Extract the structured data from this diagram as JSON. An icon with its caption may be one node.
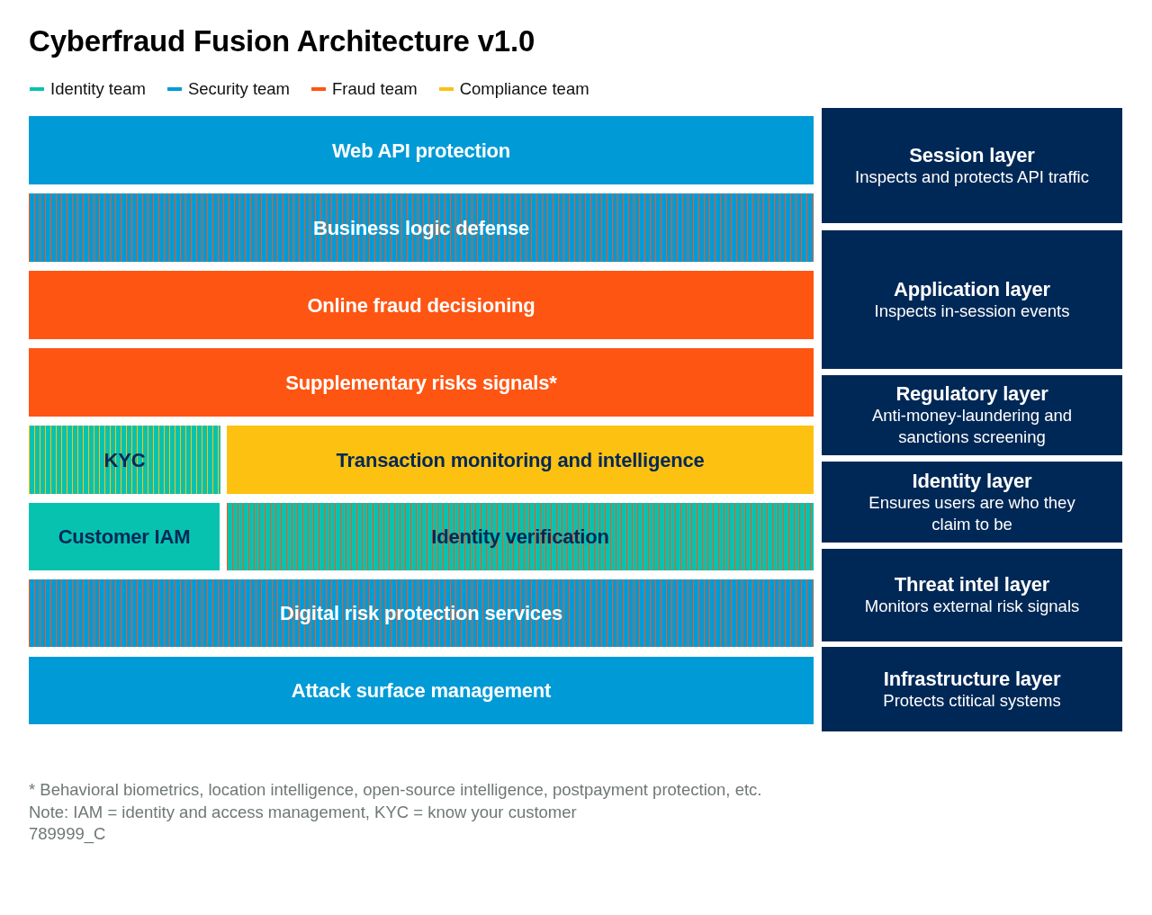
{
  "diagram": {
    "title": "Cyberfraud Fusion Architecture v1.0",
    "nodes": [
      {
        "text": [
          "Web API protection"
        ]
      },
      {
        "text": [
          "Business logic defense"
        ]
      },
      {
        "text": [
          "Online fraud decisioning"
        ]
      },
      {
        "text": [
          "Supplementary risks signals*"
        ]
      },
      {
        "text": [
          "KYC"
        ]
      },
      {
        "text": [
          "Transaction monitoring and intelligence"
        ]
      },
      {
        "text": [
          "Customer IAM"
        ]
      },
      {
        "text": [
          "Identity verification"
        ]
      },
      {
        "text": [
          "Digital risk protection services"
        ]
      },
      {
        "text": [
          "Attack surface management"
        ]
      },
      {
        "text": [
          "Session layer",
          "Inspects and protects API traffic"
        ]
      },
      {
        "text": [
          "Application layer",
          "Inspects in-session events"
        ]
      },
      {
        "text": [
          "Regulatory layer",
          "Anti-money-laundering and sanctions screening"
        ]
      },
      {
        "text": [
          "Identity layer",
          "Ensures users are who they claim to be"
        ]
      },
      {
        "text": [
          "Threat intel layer",
          "Monitors external risk signals"
        ]
      },
      {
        "text": [
          "Infrastructure layer",
          "Protects ctitical systems"
        ]
      }
    ],
    "labels": [
      "* Behavioral biometrics, location intelligence, open-source intelligence, postpayment protection, etc.",
      "Note: IAM = identity and access management, KYC = know your customer",
      "789999_C"
    ],
    "legend": [
      {
        "text": "Identity team",
        "color": "#08c2b0"
      },
      {
        "text": "Security team",
        "color": "#009bd7"
      },
      {
        "text": "Fraud team",
        "color": "#fe5512"
      },
      {
        "text": "Compliance team",
        "color": "#fdc111"
      }
    ]
  }
}
